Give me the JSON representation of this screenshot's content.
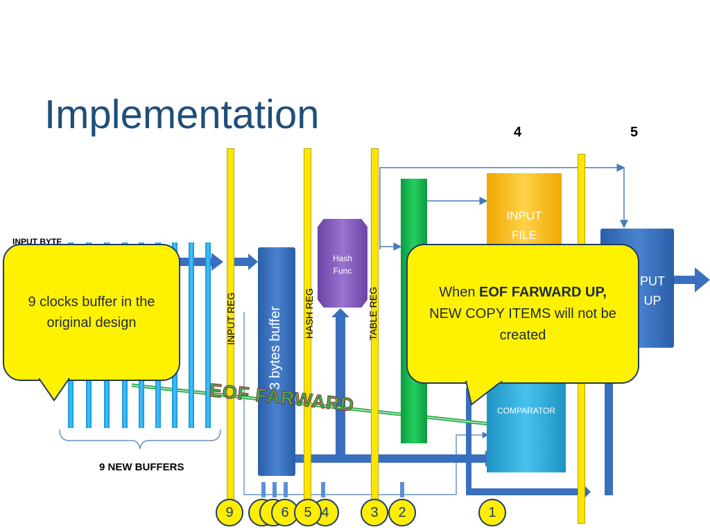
{
  "slide": {
    "title": "Implementation",
    "stage_numbers": [
      "4",
      "5"
    ]
  },
  "labels": {
    "input_byte": "INPUT BYTE",
    "input_reg": "INPUT REG",
    "hash_reg": "HASH  REG",
    "table_reg": "TABLE  REG",
    "buffer": "3 bytes  buffer",
    "hash_func_line1": "Hash",
    "hash_func_line2": "Func",
    "input_file_line1": "INPUT",
    "input_file_line2": "FILE",
    "output_partial_line1": "PUT",
    "output_partial_line2": "UP",
    "comparator": "COMPARATOR",
    "new_buffers": "9 NEW BUFFERS",
    "eof_farward": "EOF FARWARD"
  },
  "callouts": {
    "left": "9 clocks buffer in the original design",
    "right_prefix": "When ",
    "right_bold": "EOF FARWARD UP,",
    "right_suffix": " NEW COPY ITEMS will not be created"
  },
  "circles": [
    "9",
    "(",
    "(",
    "6",
    "5",
    "4",
    "3",
    "2",
    "1"
  ],
  "colors": {
    "title": "#1f4e79",
    "stage_bar": "#ffe600",
    "buffer_block": "#3a6fbf",
    "hash_func": "#7b52b5",
    "input_file": "#ffc000",
    "comparator": "#31a9d4",
    "green_block": "#12b04a",
    "callout": "#fff200",
    "eof_text": "#2fa84f"
  }
}
